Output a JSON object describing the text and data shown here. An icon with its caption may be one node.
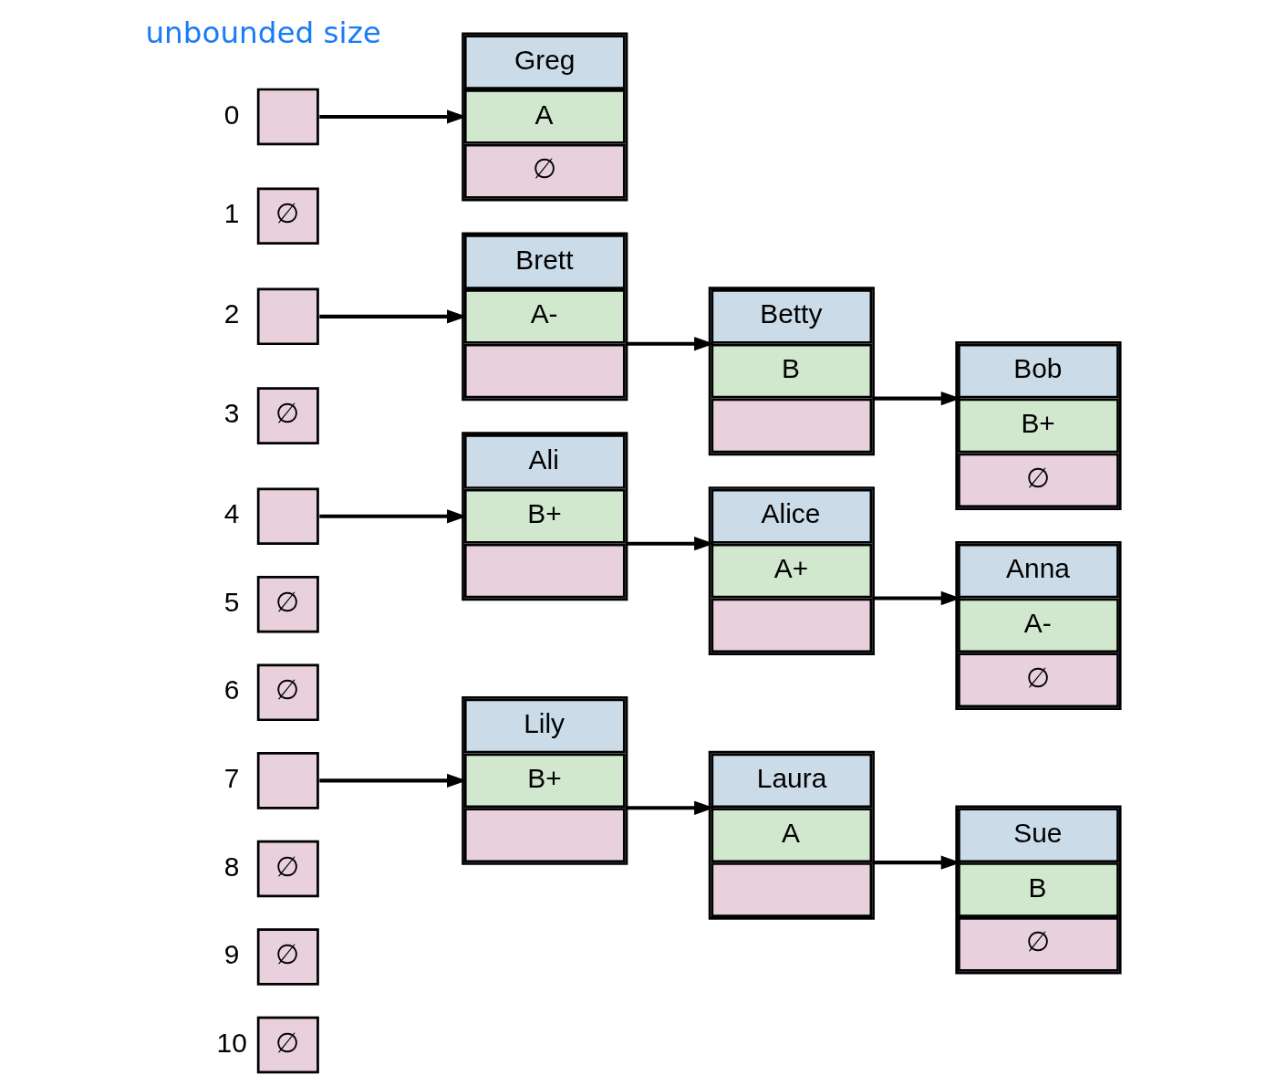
{
  "diagram": {
    "nodes": [
      {
        "text": [],
        "shape": "box",
        "beside": [
          "0"
        ]
      },
      {
        "text": [
          "∅"
        ],
        "beside": [
          "1"
        ]
      },
      {
        "text": [],
        "shape": "box",
        "beside": [
          "2"
        ]
      },
      {
        "text": [
          "∅"
        ],
        "beside": [
          "3"
        ]
      },
      {
        "text": [],
        "shape": "box",
        "beside": [
          "4"
        ]
      },
      {
        "text": [
          "∅"
        ],
        "beside": [
          "5"
        ]
      },
      {
        "text": [
          "∅"
        ],
        "beside": [
          "6"
        ]
      },
      {
        "text": [],
        "shape": "box",
        "beside": [
          "7"
        ]
      },
      {
        "text": [
          "∅"
        ],
        "beside": [
          "8"
        ]
      },
      {
        "text": [
          "∅"
        ],
        "beside": [
          "9"
        ]
      },
      {
        "text": [
          "∅"
        ],
        "beside": [
          "10"
        ]
      },
      {
        "text": [
          "Greg",
          "A",
          "∅"
        ]
      },
      {
        "text": [
          "Brett",
          "A-"
        ]
      },
      {
        "text": [
          "Betty",
          "B"
        ]
      },
      {
        "text": [
          "Bob",
          "B+",
          "∅"
        ]
      },
      {
        "text": [
          "Ali",
          "B+"
        ]
      },
      {
        "text": [
          "Alice",
          "A+"
        ]
      },
      {
        "text": [
          "Anna",
          "A-",
          "∅"
        ]
      },
      {
        "text": [
          "Lily",
          "B+"
        ]
      },
      {
        "text": [
          "Laura",
          "A"
        ]
      },
      {
        "text": [
          "Sue",
          "B",
          "∅"
        ]
      }
    ],
    "edges": [
      {
        "from": 0,
        "to": 11,
        "arrow": "to"
      },
      {
        "from": 2,
        "to": 12,
        "arrow": "to"
      },
      {
        "from": 12,
        "to": 13,
        "arrow": "to"
      },
      {
        "from": 13,
        "to": 14,
        "arrow": "to"
      },
      {
        "from": 4,
        "to": 15,
        "arrow": "to"
      },
      {
        "from": 15,
        "to": 16,
        "arrow": "to"
      },
      {
        "from": 16,
        "to": 17,
        "arrow": "to"
      },
      {
        "from": 7,
        "to": 18,
        "arrow": "to"
      },
      {
        "from": 18,
        "to": 19,
        "arrow": "to"
      },
      {
        "from": 19,
        "to": 20,
        "arrow": "to"
      }
    ],
    "labels": [
      "unbounded size"
    ]
  }
}
